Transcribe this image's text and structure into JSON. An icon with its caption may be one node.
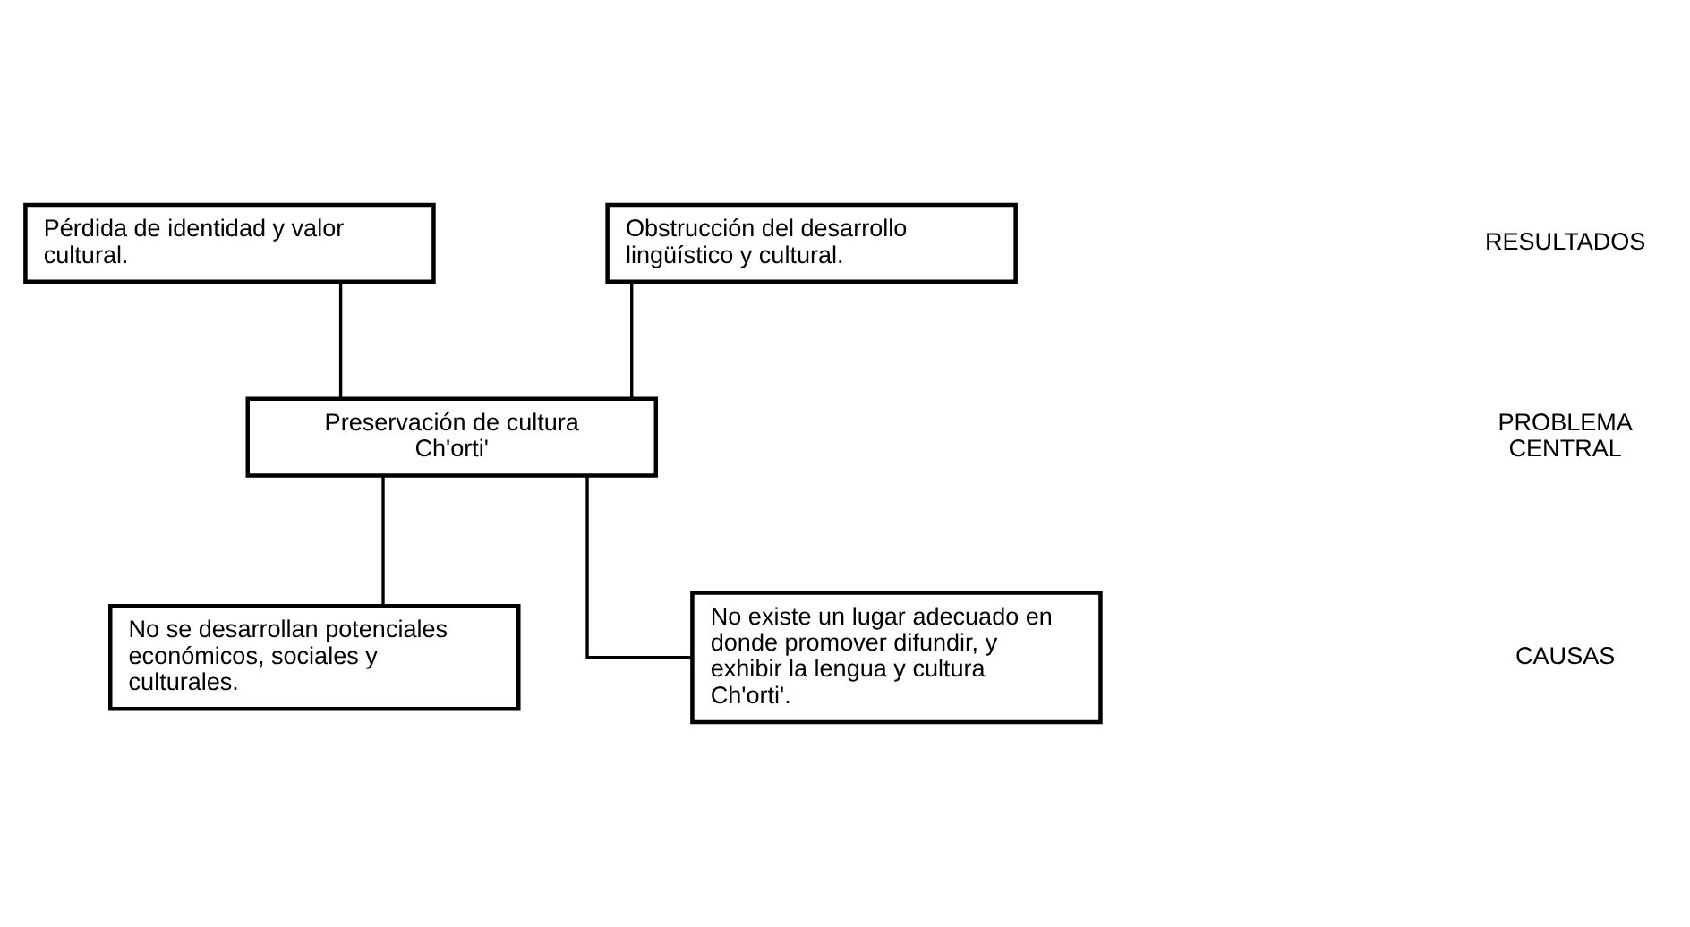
{
  "diagram": {
    "nodes": [
      {
        "text": [
          "Pérdida de identidad y valor cultural."
        ]
      },
      {
        "text": [
          "Obstrucción del desarrollo lingüístico y cultural."
        ]
      },
      {
        "text": [
          "Preservación de cultura Ch'orti'"
        ]
      },
      {
        "text": [
          "No se desarrollan potenciales económicos, sociales y culturales."
        ]
      },
      {
        "text": [
          "No existe un lugar adecuado en donde promover difundir, y exhibir la lengua y cultura Ch'orti'."
        ]
      }
    ],
    "edges": [
      {
        "from": 0,
        "to": 2,
        "arrow": "none"
      },
      {
        "from": 1,
        "to": 2,
        "arrow": "none"
      },
      {
        "from": 2,
        "to": 3,
        "arrow": "none"
      },
      {
        "from": 2,
        "to": 4,
        "arrow": "none"
      }
    ],
    "labels": [
      "RESULTADOS",
      "PROBLEMA CENTRAL",
      "CAUSAS"
    ]
  }
}
